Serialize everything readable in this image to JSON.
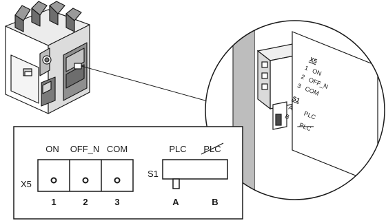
{
  "diagram": {
    "callout": {
      "x5_label": "X5",
      "terminals": [
        {
          "num": "1",
          "text": "ON"
        },
        {
          "num": "2",
          "text": "OFF_N"
        },
        {
          "num": "3",
          "text": "COM"
        }
      ],
      "s1_label": "S1",
      "s1_positions": [
        {
          "letter": "A",
          "text": "PLC"
        },
        {
          "letter": "B",
          "text": "PLC"
        }
      ]
    },
    "box": {
      "x5_label": "X5",
      "terminal_labels": [
        "ON",
        "OFF_N",
        "COM"
      ],
      "terminal_numbers": [
        "1",
        "2",
        "3"
      ],
      "s1_label": "S1",
      "s1_top_labels": [
        "PLC",
        "PLC"
      ],
      "s1_letters": [
        "A",
        "B"
      ]
    }
  }
}
